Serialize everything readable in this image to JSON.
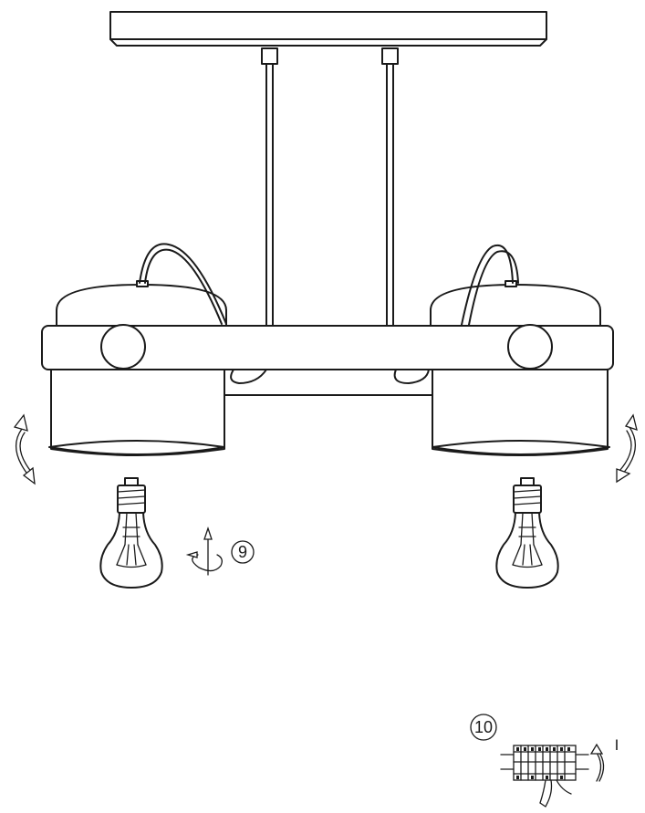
{
  "steps": [
    {
      "number": "9"
    },
    {
      "number": "10"
    }
  ],
  "switch_marker": "I"
}
